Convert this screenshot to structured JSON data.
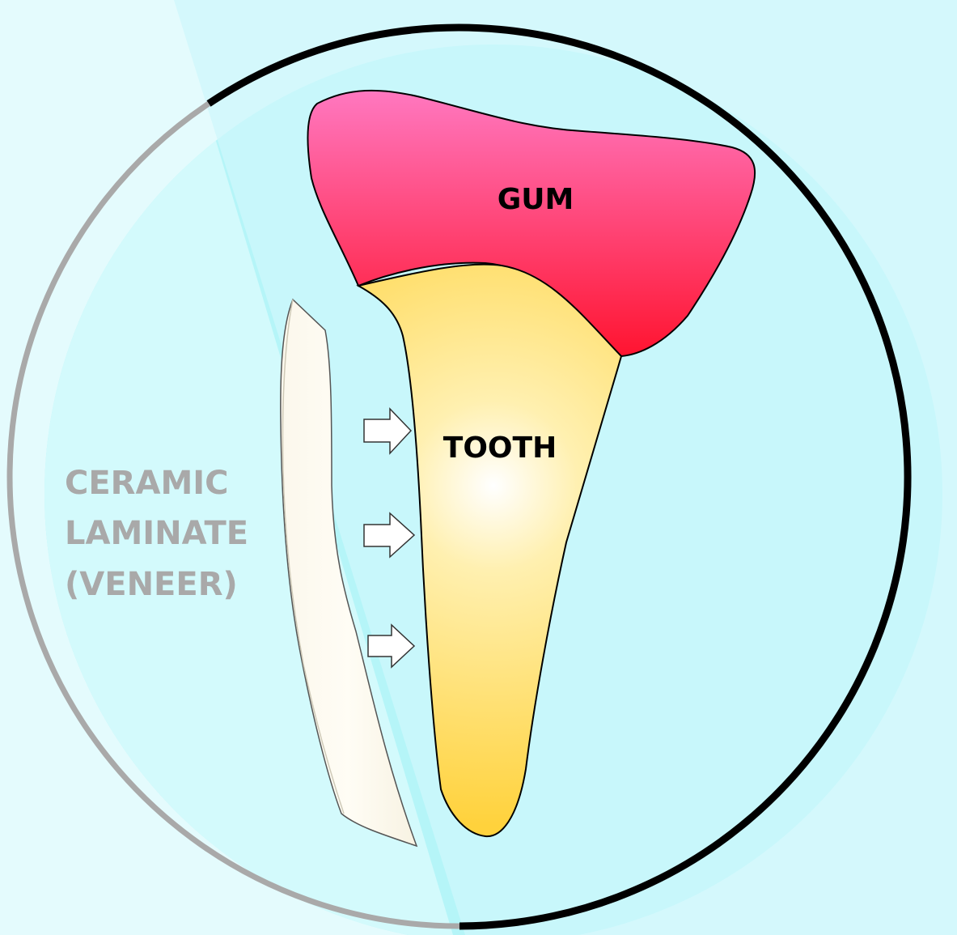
{
  "labels": {
    "gum": "GUM",
    "tooth": "TOOTH",
    "veneer_line1": "CERAMIC",
    "veneer_line2": "LAMINATE",
    "veneer_line3": "(VENEER)"
  },
  "colors": {
    "background": "#d4f8fc",
    "circle_inner": "#c8f7fb",
    "veneer_zone": "#b5f5f8",
    "gum_top": "#ff78c0",
    "gum_bottom": "#ff1430",
    "tooth_center": "#ffffff",
    "tooth_edge": "#ffd23c",
    "veneer_fill": "#fffaf0",
    "circle_stroke": "#000000",
    "veneer_text": "#a9a9a9"
  },
  "arrows": {
    "count": 3,
    "direction": "right",
    "icon": "hollow-arrow-icon"
  }
}
